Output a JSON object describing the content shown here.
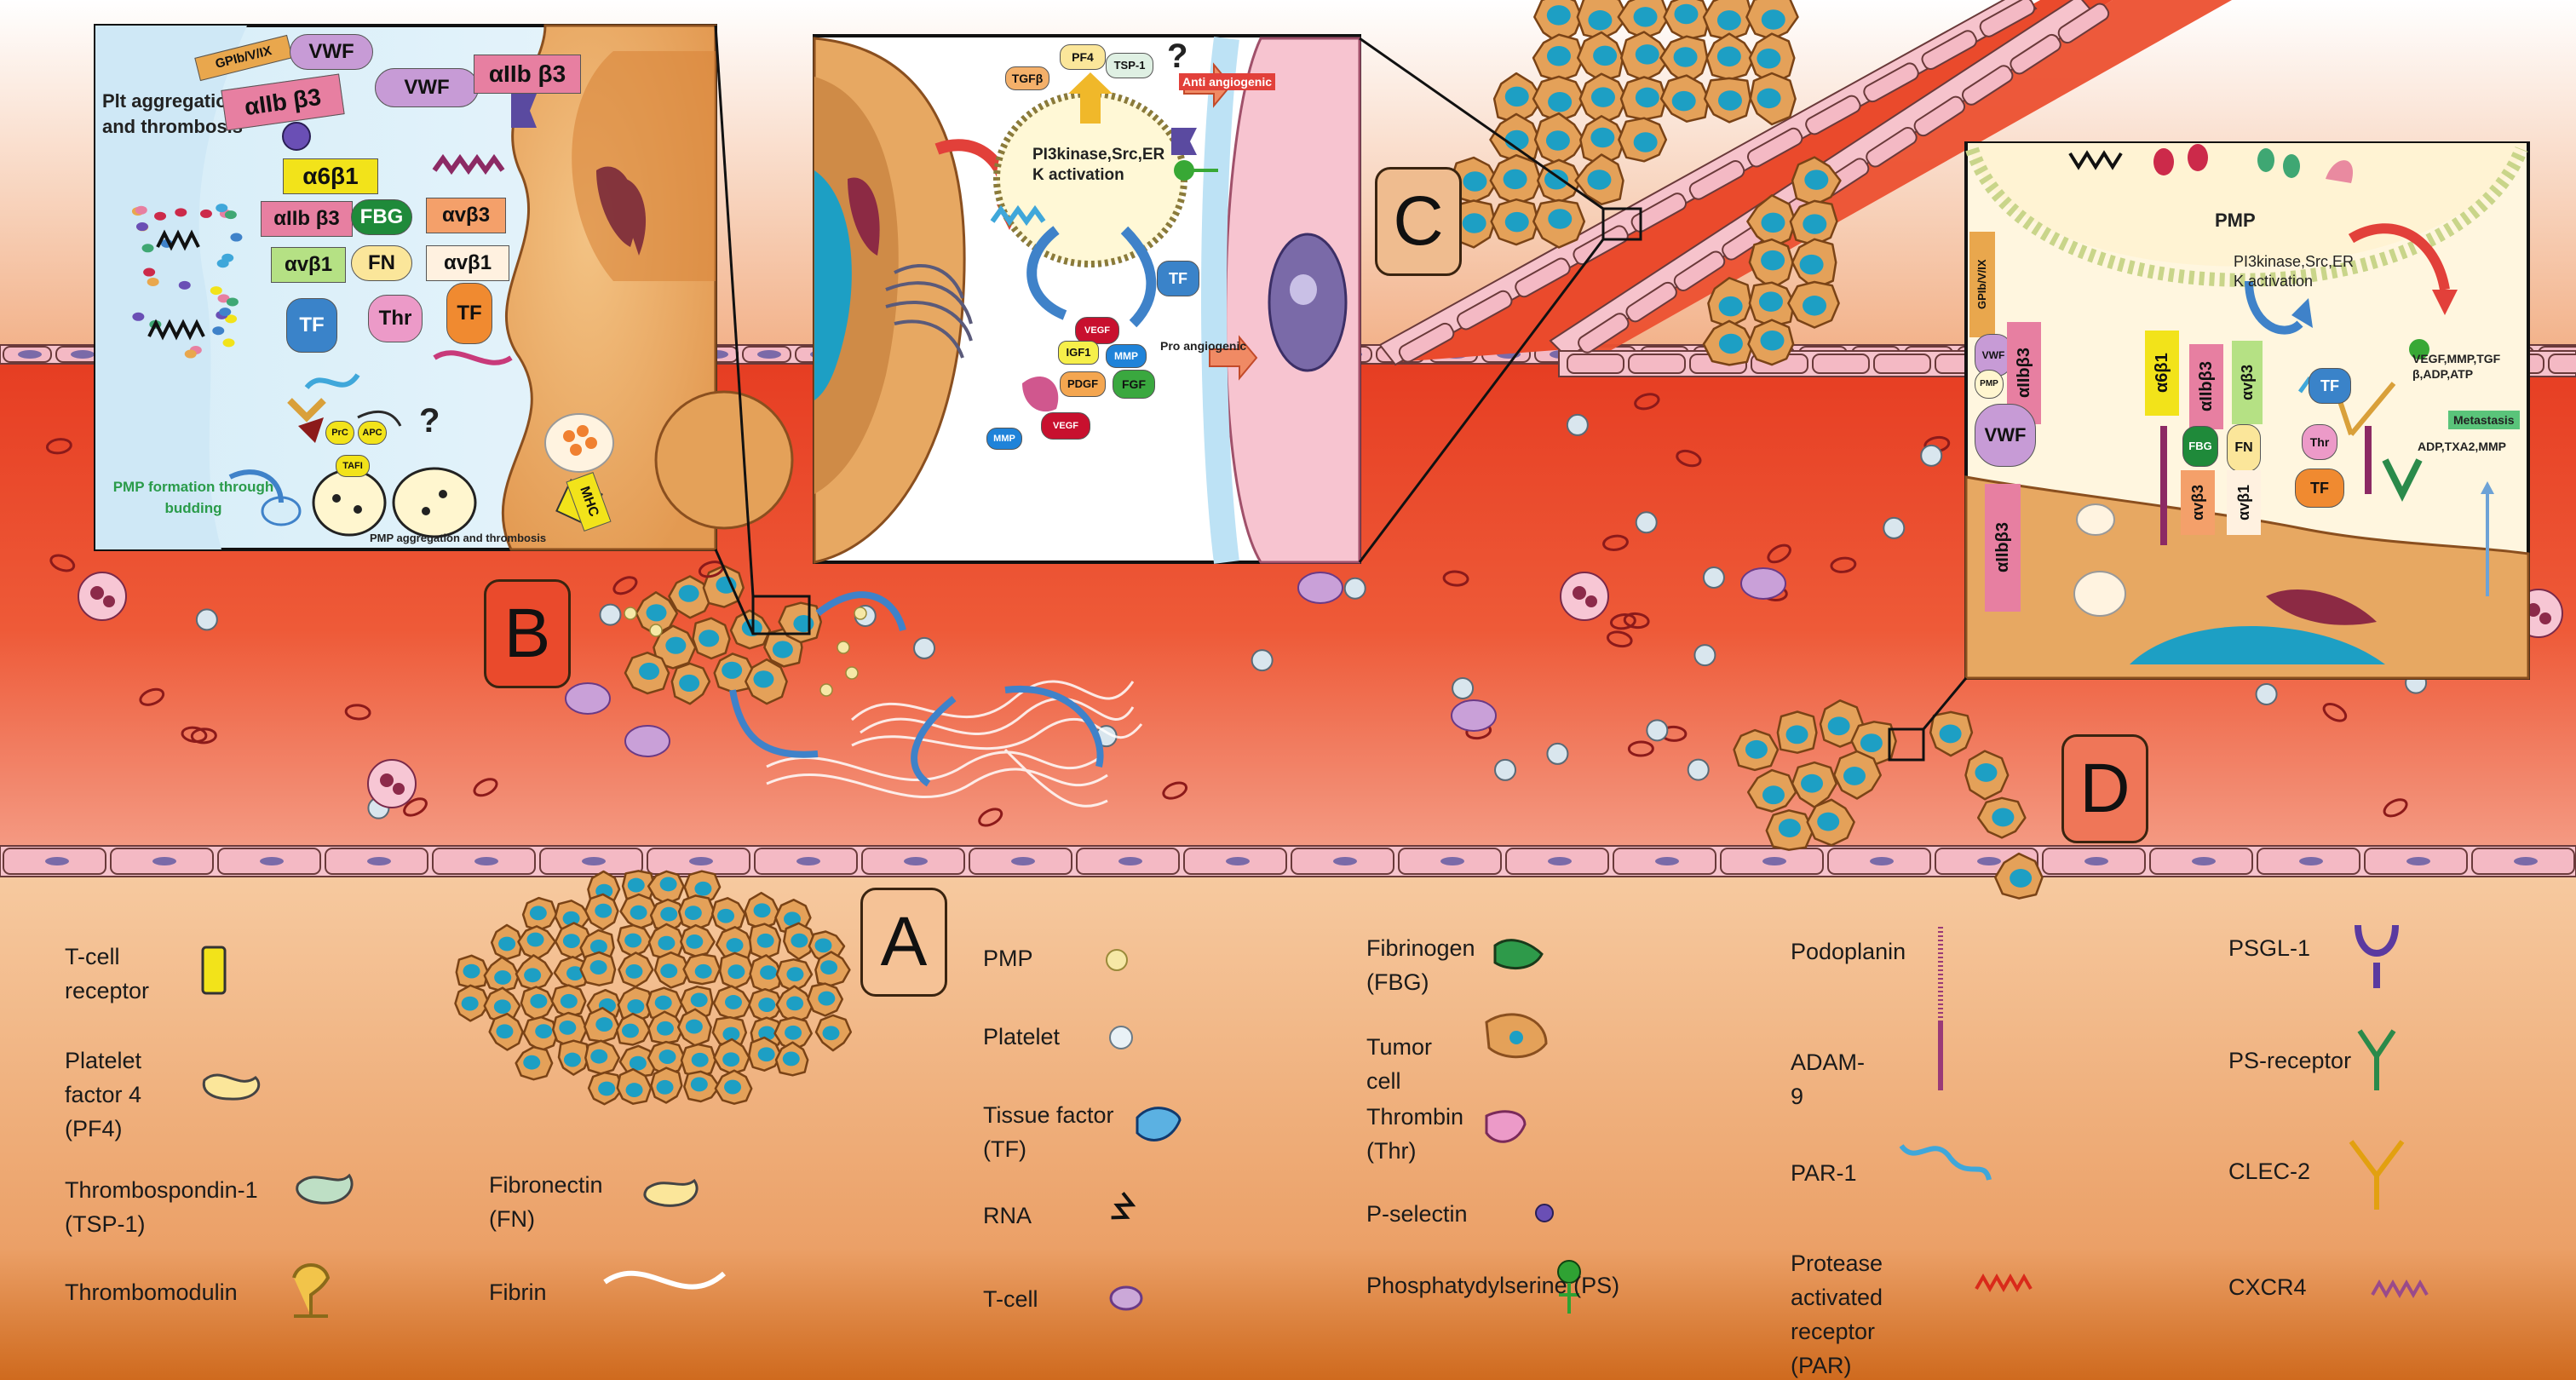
{
  "colors": {
    "plasma": "#ea4a2c",
    "tissue": "#f3be92",
    "endothelium": "#f4b9c4",
    "tumor_cell": "#e4a159",
    "nucleus": "#1d9fc4",
    "inset_bg": "#fff6cf",
    "platelet": "#d9e6ee"
  },
  "panels": {
    "a": "A",
    "b": "B",
    "c": "C",
    "d": "D"
  },
  "inset_b": {
    "title": "Plt aggregation and thrombosis",
    "pmp_formation": "PMP formation through budding",
    "pmp_aggregation": "PMP aggregation and thrombosis",
    "question": "?",
    "tags": {
      "gpib": "GPIb/V/IX",
      "vwf1": "VWF",
      "aiib1": "αIIb β3",
      "vwf2": "VWF",
      "aiib2": "αIIb β3",
      "a6b1": "α6β1",
      "aiib3": "αIIb β3",
      "fbg": "FBG",
      "avb3": "αvβ3",
      "avb1a": "αvβ1",
      "fn": "FN",
      "avb1b": "αvβ1",
      "tf1": "TF",
      "thr": "Thr",
      "tf2": "TF",
      "mhc": "MHC",
      "prc": "PrC",
      "apc": "APC",
      "tafi": "TAFI"
    }
  },
  "inset_c": {
    "question": "?",
    "tgfb": "TGFβ",
    "pf4": "PF4",
    "tsp1": "TSP-1",
    "anti": "Anti angiogenic",
    "pi3k": "PI3kinase,Src,ER K activation",
    "tf": "TF",
    "vegf1": "VEGF",
    "igf1": "IGF1",
    "mmp1": "MMP",
    "pdgf": "PDGF",
    "fgf": "FGF",
    "pro": "Pro angiogenic",
    "mmp2": "MMP",
    "vegf2": "VEGF"
  },
  "inset_d": {
    "pmp": "PMP",
    "pi3k": "PI3kinase,Src,ER K activation",
    "vegf_mmp": "VEGF,MMP,TGF β,ADP,ATP",
    "metastasis": "Metastasis",
    "adp": "ADP,TXA2,MMP",
    "gpib": "GPIb/V/IX",
    "vwf_small": "VWF",
    "pmp_small": "PMP",
    "aiib_top": "αIIbβ3",
    "vwf_big": "VWF",
    "aiib_bottom": "αIIbβ3",
    "a6b1": "α6β1",
    "aiib_mid": "αIIbβ3",
    "avb3_top": "αvβ3",
    "fbg": "FBG",
    "fn": "FN",
    "avb3": "αvβ3",
    "avb1": "αvβ1",
    "tf_top": "TF",
    "thr": "Thr",
    "tf": "TF"
  },
  "legend": {
    "tcr": "T-cell receptor",
    "pf4": "Platelet factor 4 (PF4)",
    "tsp1": "Thrombospondin-1 (TSP-1)",
    "thrombomodulin": "Thrombomodulin",
    "fibronectin": "Fibronectin (FN)",
    "fibrin": "Fibrin",
    "pmp": "PMP",
    "platelet": "Platelet",
    "tissue_factor": "Tissue factor (TF)",
    "rna": "RNA",
    "tcell": "T-cell",
    "fibrinogen": "Fibrinogen (FBG)",
    "tumor": "Tumor cell",
    "thrombin": "Thrombin (Thr)",
    "pselectin": "P-selectin",
    "ps": "Phosphatydylserine (PS)",
    "podoplanin": "Podoplanin",
    "adam9": "ADAM- 9",
    "par1": "PAR-1",
    "par": "Protease activated receptor (PAR)",
    "psgl1": "PSGL-1",
    "psreceptor": "PS-receptor",
    "clec2": "CLEC-2",
    "cxcr4": "CXCR4"
  }
}
